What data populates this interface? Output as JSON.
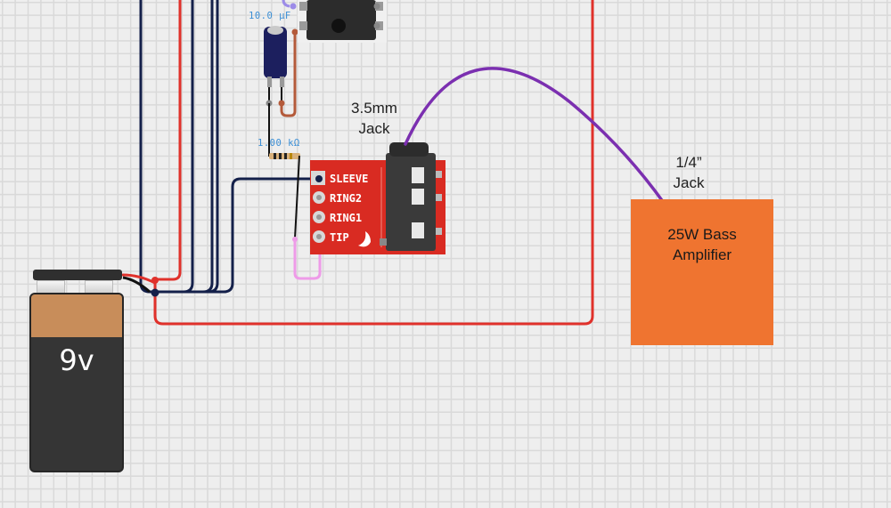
{
  "diagram": {
    "title": "9V audio circuit wiring to 25W bass amplifier",
    "colors": {
      "background": "#eeeeee",
      "grid": "#d9d9d9",
      "wire_power": "#e0312b",
      "wire_ground": "#14204a",
      "wire_signal": "#7b2fb0",
      "wire_pink": "#ee9be8",
      "wire_brown": "#b45a3a",
      "wire_lavender": "#9c8be8",
      "amplifier": "#ef7430",
      "breakout_board": "#d92b22"
    },
    "components": {
      "capacitor": {
        "value_label": "10.0 µF"
      },
      "resistor": {
        "value_label": "1.00 kΩ"
      },
      "ic_chip": {
        "name": "8-pin DIP IC"
      },
      "audio_jack_35": {
        "label_line1": "3.5mm",
        "label_line2": "Jack",
        "pins": [
          "SLEEVE",
          "RING2",
          "RING1",
          "TIP"
        ]
      },
      "jack_quarter": {
        "label_line1": "1/4”",
        "label_line2": "Jack"
      },
      "amplifier": {
        "line1": "25W Bass",
        "line2": "Amplifier"
      },
      "battery": {
        "label": "9v"
      }
    }
  }
}
